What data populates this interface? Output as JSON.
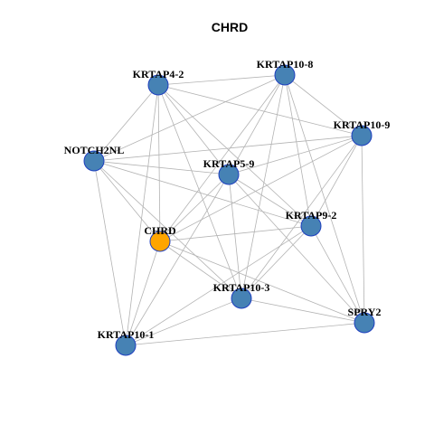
{
  "title": "CHRD",
  "colors": {
    "center_node": "#FFA500",
    "node": "#4682B4",
    "node_border": "#1E3FBF",
    "edge": "#B3B3B3"
  },
  "nodes": [
    {
      "id": "KRTAP4-2",
      "label": "KRTAP4-2",
      "type": "gene"
    },
    {
      "id": "KRTAP10-8",
      "label": "KRTAP10-8",
      "type": "gene"
    },
    {
      "id": "KRTAP10-9",
      "label": "KRTAP10-9",
      "type": "gene"
    },
    {
      "id": "NOTCH2NL",
      "label": "NOTCH2NL",
      "type": "gene"
    },
    {
      "id": "KRTAP5-9",
      "label": "KRTAP5-9",
      "type": "gene"
    },
    {
      "id": "KRTAP9-2",
      "label": "KRTAP9-2",
      "type": "gene"
    },
    {
      "id": "CHRD",
      "label": "CHRD",
      "type": "center"
    },
    {
      "id": "KRTAP10-3",
      "label": "KRTAP10-3",
      "type": "gene"
    },
    {
      "id": "SPRY2",
      "label": "SPRY2",
      "type": "gene"
    },
    {
      "id": "KRTAP10-1",
      "label": "KRTAP10-1",
      "type": "gene"
    }
  ],
  "edges": [
    [
      "KRTAP4-2",
      "KRTAP10-8"
    ],
    [
      "KRTAP4-2",
      "KRTAP10-9"
    ],
    [
      "KRTAP4-2",
      "NOTCH2NL"
    ],
    [
      "KRTAP4-2",
      "KRTAP5-9"
    ],
    [
      "KRTAP4-2",
      "KRTAP9-2"
    ],
    [
      "KRTAP4-2",
      "CHRD"
    ],
    [
      "KRTAP4-2",
      "KRTAP10-3"
    ],
    [
      "KRTAP4-2",
      "KRTAP10-1"
    ],
    [
      "KRTAP10-8",
      "KRTAP10-9"
    ],
    [
      "KRTAP10-8",
      "NOTCH2NL"
    ],
    [
      "KRTAP10-8",
      "KRTAP5-9"
    ],
    [
      "KRTAP10-8",
      "KRTAP9-2"
    ],
    [
      "KRTAP10-8",
      "CHRD"
    ],
    [
      "KRTAP10-8",
      "KRTAP10-3"
    ],
    [
      "KRTAP10-8",
      "SPRY2"
    ],
    [
      "KRTAP10-9",
      "NOTCH2NL"
    ],
    [
      "KRTAP10-9",
      "KRTAP5-9"
    ],
    [
      "KRTAP10-9",
      "KRTAP9-2"
    ],
    [
      "KRTAP10-9",
      "CHRD"
    ],
    [
      "KRTAP10-9",
      "KRTAP10-3"
    ],
    [
      "KRTAP10-9",
      "SPRY2"
    ],
    [
      "NOTCH2NL",
      "KRTAP5-9"
    ],
    [
      "NOTCH2NL",
      "KRTAP9-2"
    ],
    [
      "NOTCH2NL",
      "CHRD"
    ],
    [
      "NOTCH2NL",
      "KRTAP10-3"
    ],
    [
      "NOTCH2NL",
      "KRTAP10-1"
    ],
    [
      "KRTAP5-9",
      "KRTAP9-2"
    ],
    [
      "KRTAP5-9",
      "CHRD"
    ],
    [
      "KRTAP5-9",
      "KRTAP10-3"
    ],
    [
      "KRTAP5-9",
      "SPRY2"
    ],
    [
      "KRTAP5-9",
      "KRTAP10-1"
    ],
    [
      "KRTAP9-2",
      "CHRD"
    ],
    [
      "KRTAP9-2",
      "KRTAP10-3"
    ],
    [
      "KRTAP9-2",
      "SPRY2"
    ],
    [
      "KRTAP9-2",
      "KRTAP10-1"
    ],
    [
      "CHRD",
      "KRTAP10-3"
    ],
    [
      "CHRD",
      "SPRY2"
    ],
    [
      "CHRD",
      "KRTAP10-1"
    ],
    [
      "KRTAP10-3",
      "SPRY2"
    ],
    [
      "KRTAP10-3",
      "KRTAP10-1"
    ],
    [
      "SPRY2",
      "KRTAP10-1"
    ]
  ]
}
